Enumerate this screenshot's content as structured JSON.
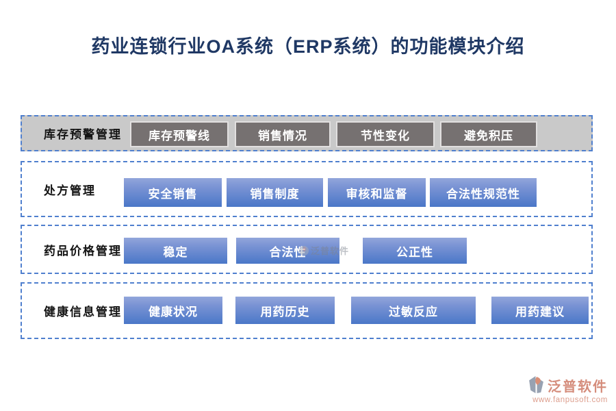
{
  "title": "药业连锁行业OA系统（ERP系统）的功能模块介绍",
  "colors": {
    "accent_dashed_border": "#4F7FCE",
    "title_text": "#1F3864",
    "row1_background": "#C9C9C9",
    "gray_button": "#767171",
    "blue_button_top": "#92A6DB",
    "blue_button_bottom": "#4A77C8",
    "button_text": "#FFFFFF",
    "logo_salmon": "#D58D7C"
  },
  "rows": [
    {
      "label": "库存预警管理",
      "style": "gray",
      "buttons": [
        "库存预警线",
        "销售情况",
        "节性变化",
        "避免积压"
      ]
    },
    {
      "label": "处方管理",
      "style": "blue",
      "buttons": [
        "安全销售",
        "销售制度",
        "审核和监督",
        "合法性规范性"
      ]
    },
    {
      "label": "药品价格管理",
      "style": "blue",
      "buttons": [
        "稳定",
        "合法性",
        "公正性"
      ]
    },
    {
      "label": "健康信息管理",
      "style": "blue",
      "buttons": [
        "健康状况",
        "用药历史",
        "过敏反应",
        "用药建议"
      ]
    }
  ],
  "watermark": {
    "text": "泛普软件"
  },
  "footer_logo": {
    "name": "泛普软件",
    "url": "www.fanpusoft.com"
  }
}
